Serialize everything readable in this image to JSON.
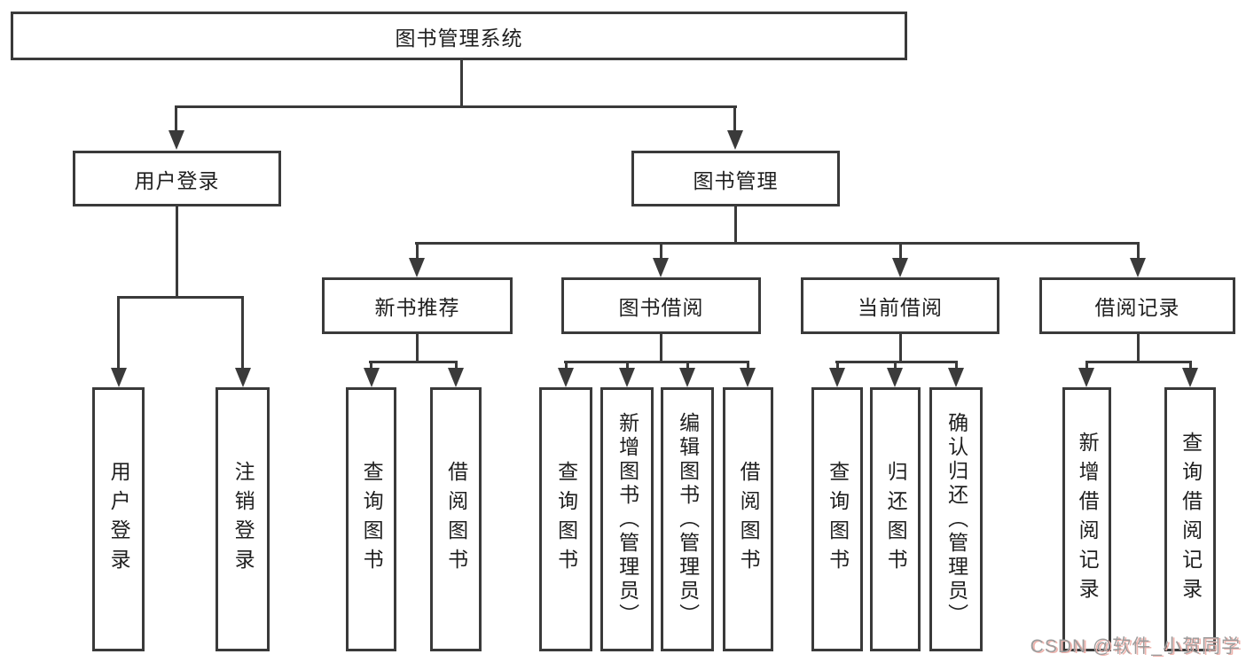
{
  "tree": {
    "label": "图书管理系统",
    "children": [
      {
        "label": "用户登录",
        "children": [
          {
            "label": "用户登录"
          },
          {
            "label": "注销登录"
          }
        ]
      },
      {
        "label": "图书管理",
        "children": [
          {
            "label": "新书推荐",
            "children": [
              {
                "label": "查询图书"
              },
              {
                "label": "借阅图书"
              }
            ]
          },
          {
            "label": "图书借阅",
            "children": [
              {
                "label": "查询图书"
              },
              {
                "label": "新增图书（管理员）"
              },
              {
                "label": "编辑图书（管理员）"
              },
              {
                "label": "借阅图书"
              }
            ]
          },
          {
            "label": "当前借阅",
            "children": [
              {
                "label": "查询图书"
              },
              {
                "label": "归还图书"
              },
              {
                "label": "确认归还（管理员）"
              }
            ]
          },
          {
            "label": "借阅记录",
            "children": [
              {
                "label": "新增借阅记录"
              },
              {
                "label": "查询借阅记录"
              }
            ]
          }
        ]
      }
    ]
  },
  "watermark": {
    "text": "CSDN @软件_小贺同学"
  },
  "colors": {
    "line": "#3a3a3a",
    "text": "#1f1f1f",
    "bg": "#ffffff",
    "wm": "#9c9c9c",
    "wm_shadow": "#f0b4ae"
  }
}
